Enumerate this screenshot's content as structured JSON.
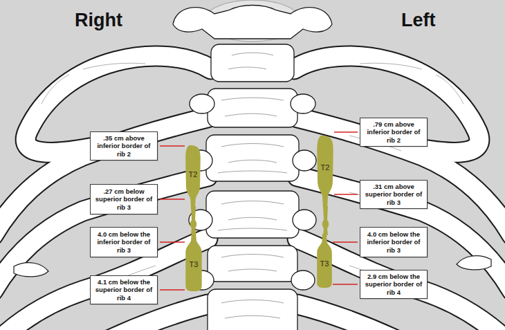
{
  "diagram": {
    "nodes": [
      {
        "text": [
          ".35 cm above inferior border of rib 2"
        ]
      },
      {
        "text": [
          ".27 cm below superior border of rib 3"
        ]
      },
      {
        "text": [
          "4.0 cm below the inferior border of rib 3"
        ]
      },
      {
        "text": [
          "4.1 cm below the superior border of rib 4"
        ]
      },
      {
        "text": [
          "T2"
        ]
      },
      {
        "text": [
          "T3"
        ]
      },
      {
        "text": [
          "T2"
        ]
      },
      {
        "text": [
          "T3"
        ]
      },
      {
        "text": [
          ".79 cm above inferior border of rib 2"
        ]
      },
      {
        "text": [
          ".31 cm above superior border of rib 3"
        ]
      },
      {
        "text": [
          "4.0 cm below the inferior border of rib 3"
        ]
      },
      {
        "text": [
          "2.9 cm below the superior border of rib 4"
        ]
      }
    ],
    "edges": [
      {
        "from": 0,
        "to": 4,
        "arrow": "none"
      },
      {
        "from": 1,
        "to": 4,
        "arrow": "none"
      },
      {
        "from": 2,
        "to": 5,
        "arrow": "none"
      },
      {
        "from": 3,
        "to": 5,
        "arrow": "none"
      },
      {
        "from": 8,
        "to": 6,
        "arrow": "none"
      },
      {
        "from": 9,
        "to": 6,
        "arrow": "none"
      },
      {
        "from": 10,
        "to": 7,
        "arrow": "none"
      },
      {
        "from": 11,
        "to": 7,
        "arrow": "none"
      }
    ],
    "labels": [
      "Right",
      "Left"
    ]
  }
}
